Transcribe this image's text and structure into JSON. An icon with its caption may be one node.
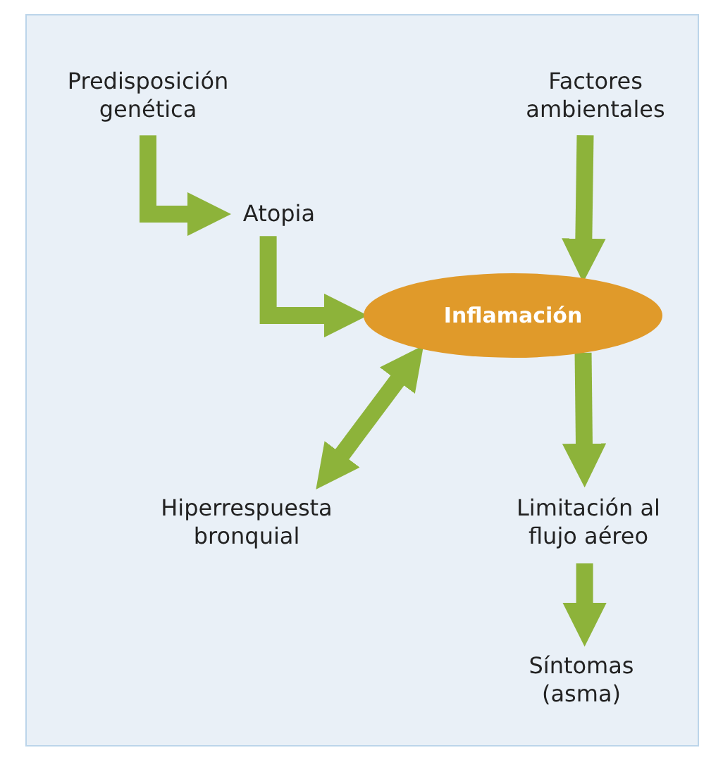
{
  "diagram": {
    "nodes": [
      {
        "text": [
          "Predisposición genética"
        ]
      },
      {
        "text": [
          "Atopia"
        ]
      },
      {
        "text": [
          "Factores ambientales"
        ]
      },
      {
        "text": [
          "Inflamación"
        ]
      },
      {
        "text": [
          "Hiperrespuesta bronquial"
        ]
      },
      {
        "text": [
          "Limitación al flujo aéreo"
        ]
      },
      {
        "text": [
          "Síntomas (asma)"
        ]
      }
    ],
    "edges": [
      {
        "from": 0,
        "to": 1,
        "arrow": "to"
      },
      {
        "from": 1,
        "to": 3,
        "arrow": "to"
      },
      {
        "from": 2,
        "to": 3,
        "arrow": "to"
      },
      {
        "from": 4,
        "to": 3,
        "arrow": "both"
      },
      {
        "from": 3,
        "to": 5,
        "arrow": "to"
      },
      {
        "from": 5,
        "to": 6,
        "arrow": "to"
      }
    ]
  }
}
